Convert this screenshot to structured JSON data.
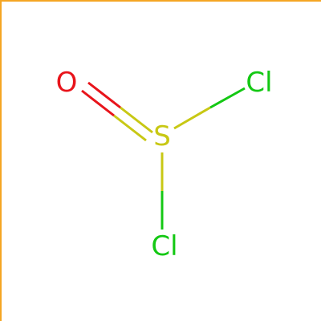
{
  "molecule": {
    "atoms": [
      {
        "id": "O1",
        "symbol": "O",
        "color": "#e8141b"
      },
      {
        "id": "S1",
        "symbol": "S",
        "color": "#c8c814"
      },
      {
        "id": "Cl1",
        "symbol": "Cl",
        "color": "#14c814"
      },
      {
        "id": "Cl2",
        "symbol": "Cl",
        "color": "#14c814"
      }
    ],
    "bonds": [
      {
        "from": "S1",
        "to": "O1",
        "order": 2
      },
      {
        "from": "S1",
        "to": "Cl1",
        "order": 1
      },
      {
        "from": "S1",
        "to": "Cl2",
        "order": 1
      }
    ]
  },
  "colors": {
    "frame": "#f5a623",
    "background": "#ffffff"
  }
}
